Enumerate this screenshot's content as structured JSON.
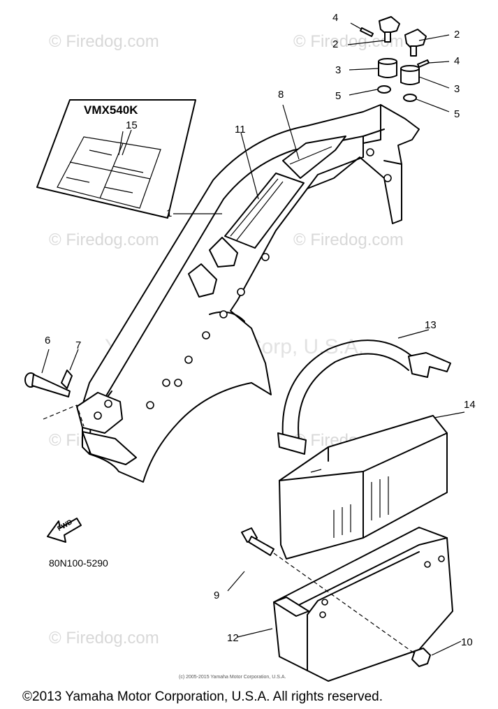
{
  "watermark": {
    "firedog": "© Firedog.com",
    "center": "Yamaha Motor Corp, U.S.A."
  },
  "model_label": "VMX540K",
  "part_code": "80N100-5290",
  "fwd_label": "FWD",
  "small_copyright": "(c) 2005-2015 Yamaha Motor Corporation, U.S.A.",
  "footer": "©2013 Yamaha Motor Corporation, U.S.A. All rights reserved.",
  "callouts": {
    "c1": "1",
    "c2a": "2",
    "c2b": "2",
    "c3a": "3",
    "c3b": "3",
    "c4a": "4",
    "c4b": "4",
    "c5a": "5",
    "c5b": "5",
    "c6": "6",
    "c7": "7",
    "c8": "8",
    "c9": "9",
    "c10": "10",
    "c11": "11",
    "c12": "12",
    "c13": "13",
    "c14": "14",
    "c15": "15"
  }
}
